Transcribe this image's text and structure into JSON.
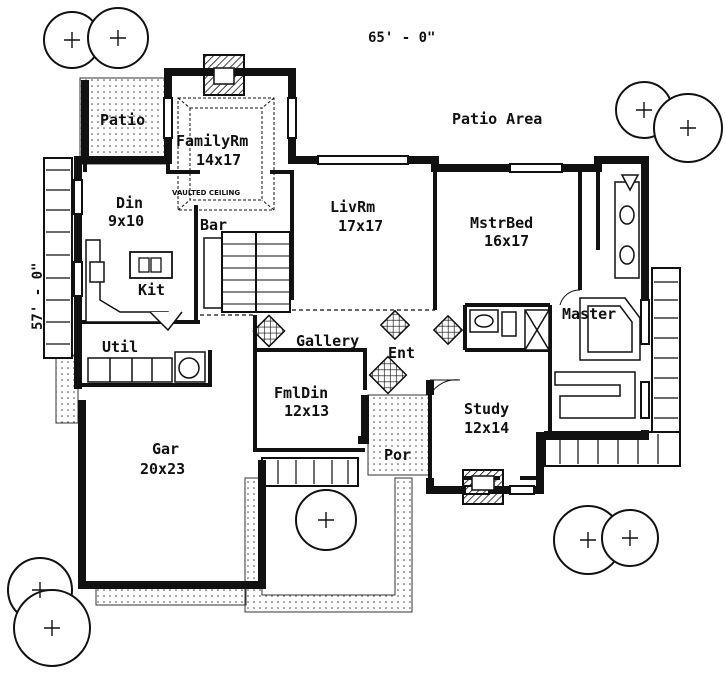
{
  "dimensions": {
    "width_label": "65' - 0\"",
    "depth_label": "57' - 0\""
  },
  "rooms": {
    "patio": {
      "name": "Patio"
    },
    "family": {
      "name": "FamilyRm",
      "size": "14x17"
    },
    "vaulted": {
      "note": "VAULTED CEILING"
    },
    "patio_area": {
      "name": "Patio Area"
    },
    "din": {
      "name": "Din",
      "size": "9x10"
    },
    "bar": {
      "name": "Bar"
    },
    "kit": {
      "name": "Kit"
    },
    "livrm": {
      "name": "LivRm",
      "size": "17x17"
    },
    "mstrbed": {
      "name": "MstrBed",
      "size": "16x17"
    },
    "master": {
      "name": "Master"
    },
    "util": {
      "name": "Util"
    },
    "gallery": {
      "name": "Gallery"
    },
    "ent": {
      "name": "Ent"
    },
    "fmldin": {
      "name": "FmlDin",
      "size": "12x13"
    },
    "study": {
      "name": "Study",
      "size": "12x14"
    },
    "gar": {
      "name": "Gar",
      "size": "20x23"
    },
    "por": {
      "name": "Por"
    }
  }
}
